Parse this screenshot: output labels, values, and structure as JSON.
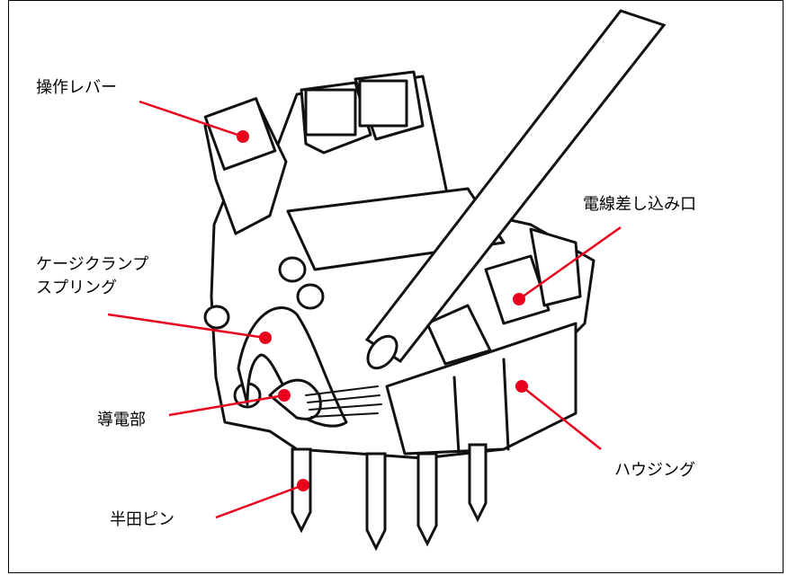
{
  "diagram": {
    "labels": {
      "lever": "操作レバー",
      "wire_entry": "電線差し込み口",
      "spring_line1": "ケージクランプ",
      "spring_line2": "スプリング",
      "conductor": "導電部",
      "housing": "ハウジング",
      "solder_pin": "半田ピン"
    },
    "colors": {
      "leader": "#e8001c",
      "dot": "#e8001c",
      "outline": "#111111",
      "shade": "#e6e6e6"
    }
  }
}
